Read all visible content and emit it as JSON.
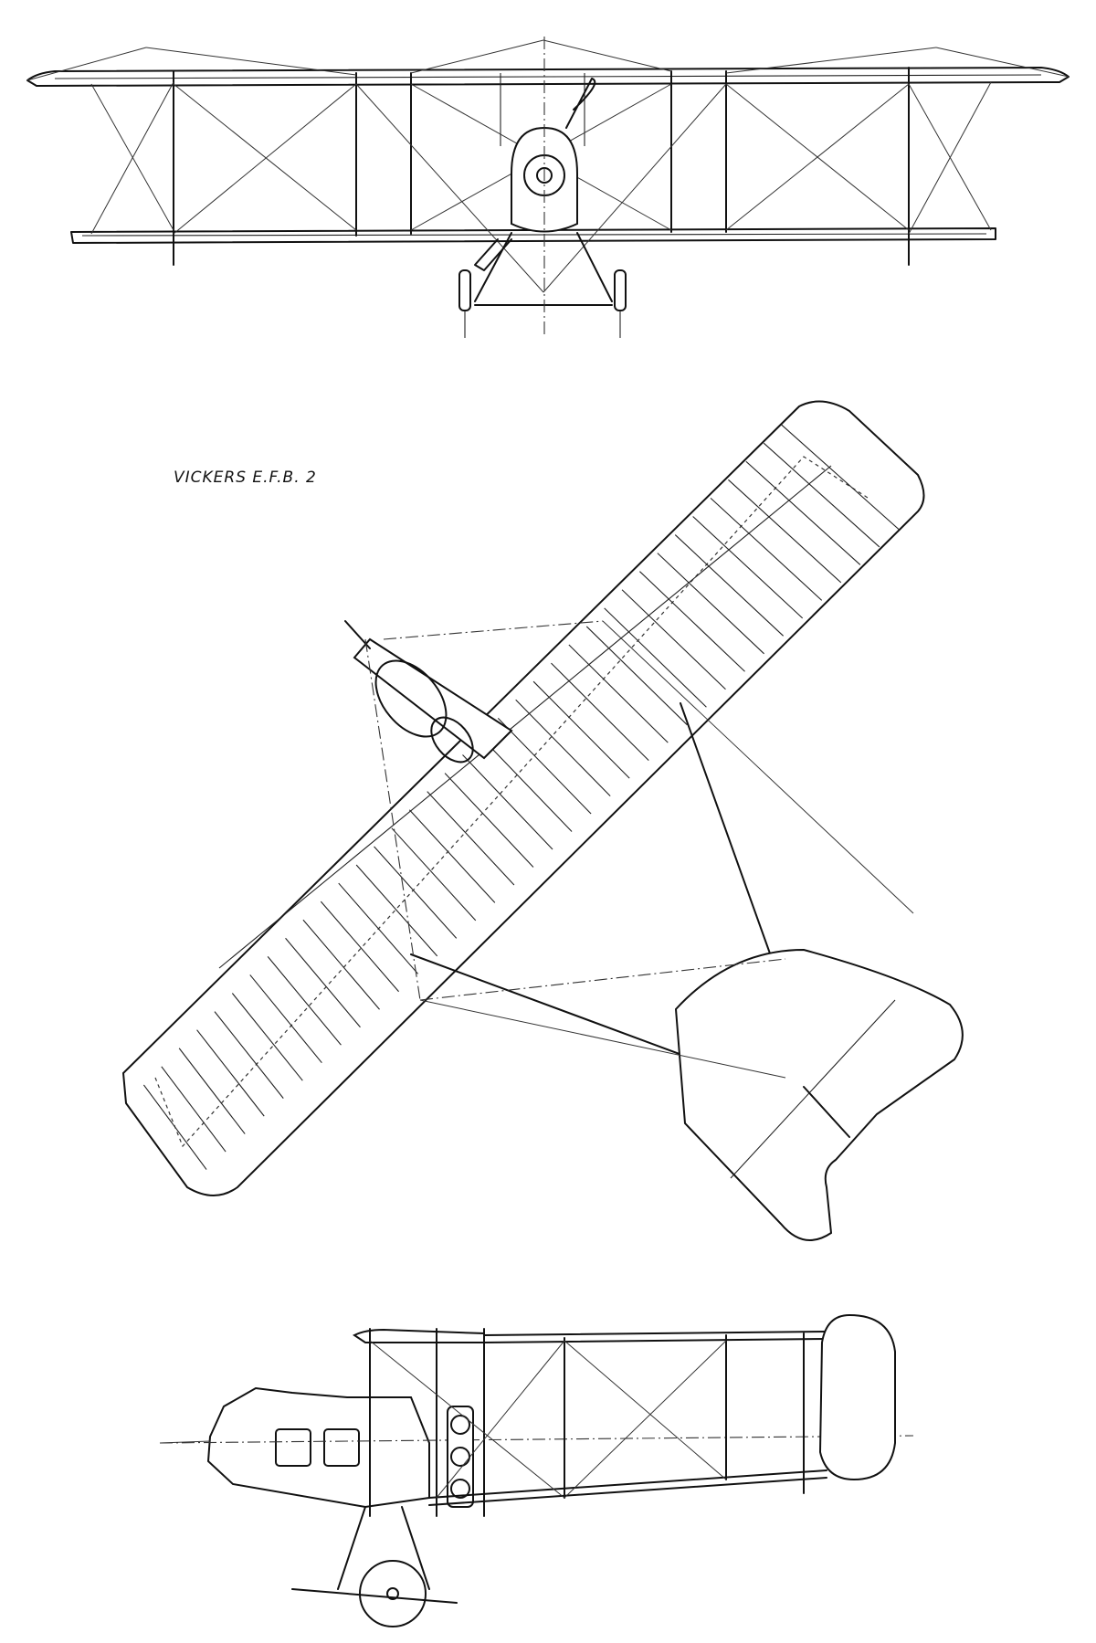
{
  "drawing": {
    "title": "VICKERS E.F.B. 2",
    "views": [
      "front",
      "plan",
      "side"
    ]
  },
  "colors": {
    "ink": "#111111",
    "paper": "#ffffff"
  }
}
